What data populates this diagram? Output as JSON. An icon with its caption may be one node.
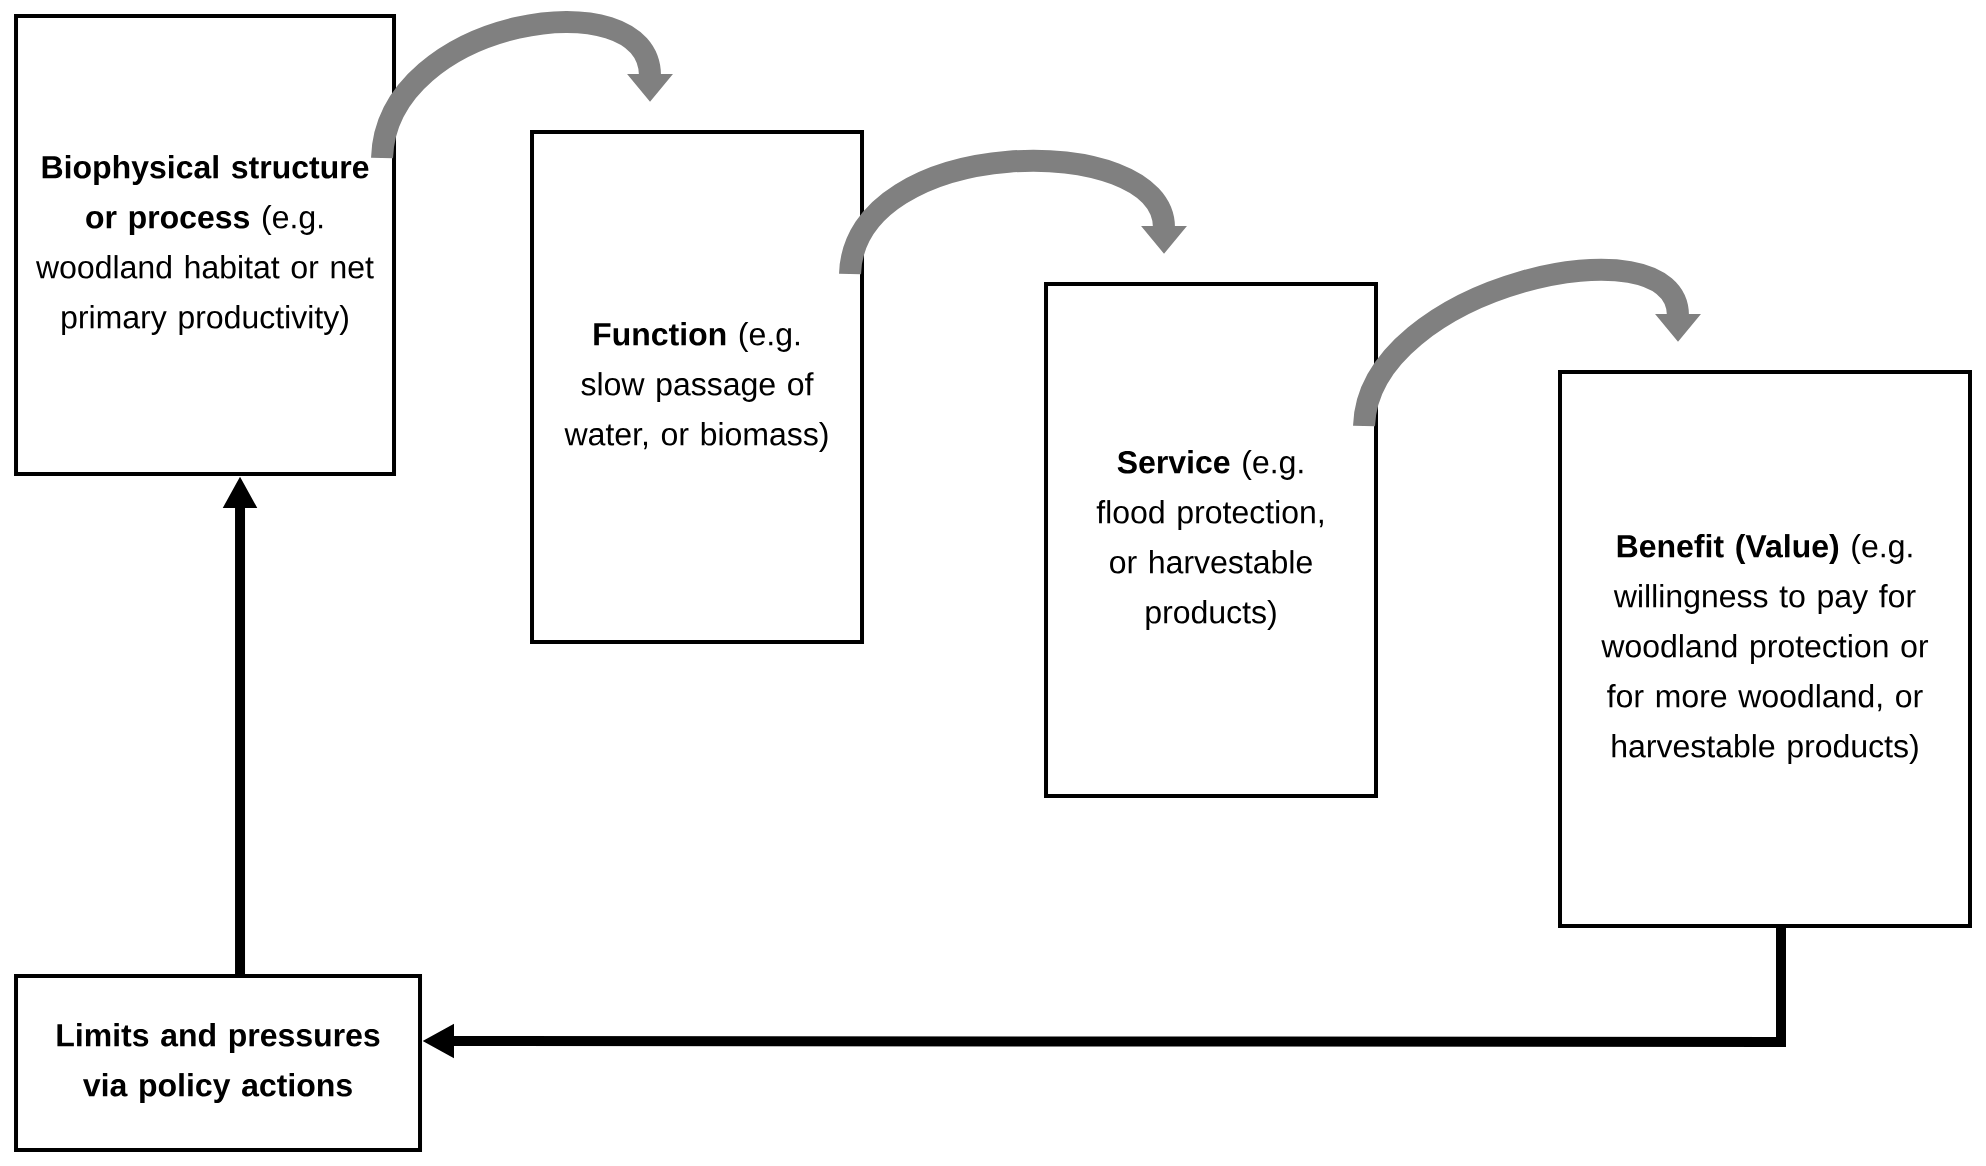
{
  "diagram": {
    "nodes": [
      {
        "text": [
          "**Biophysical structure or process** (e.g. woodland habitat or net primary productivity)"
        ]
      },
      {
        "text": [
          "**Function** (e.g. slow passage of water, or biomass)"
        ]
      },
      {
        "text": [
          "**Service** (e.g. flood protection, or harvestable products)"
        ]
      },
      {
        "text": [
          "**Benefit (Value)** (e.g. willingness to pay for woodland protection or for more woodland, or harvestable products)"
        ]
      },
      {
        "text": [
          "Limits and pressures via policy actions"
        ]
      }
    ],
    "edges": [
      {
        "from": 0,
        "to": 1,
        "arrow": "to"
      },
      {
        "from": 1,
        "to": 2,
        "arrow": "to"
      },
      {
        "from": 2,
        "to": 3,
        "arrow": "to"
      },
      {
        "from": 3,
        "to": 4,
        "arrow": "to",
        "color": "#000000"
      },
      {
        "from": 4,
        "to": 0,
        "arrow": "to",
        "color": "#000000"
      }
    ]
  }
}
